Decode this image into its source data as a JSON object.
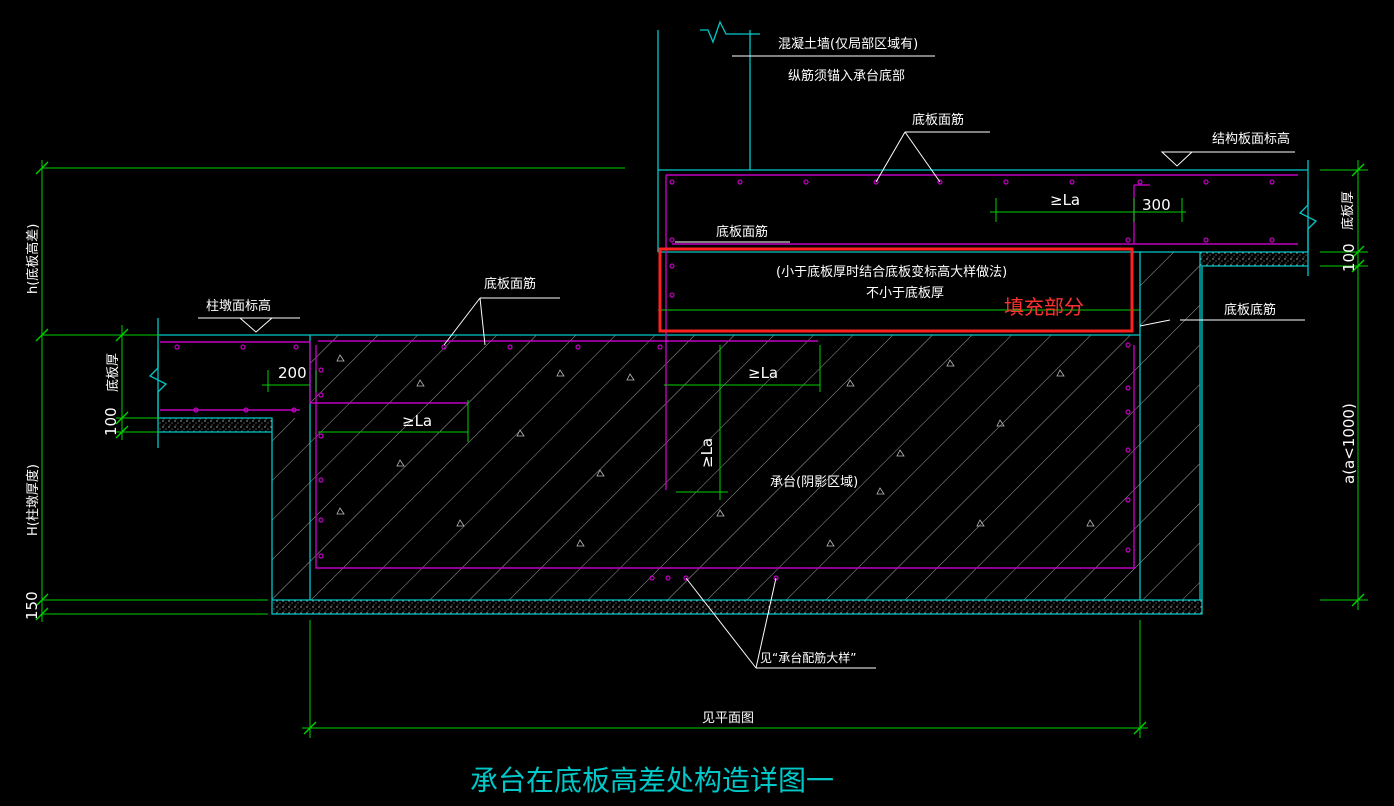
{
  "labels": {
    "concrete_wall": "混凝土墙(仅局部区域有)",
    "rebar_anchor": "纵筋须锚入承台底部",
    "slab_top_rebar_1": "底板面筋",
    "structure_slab_top": "结构板面标高",
    "la_1": "≥La",
    "dim_300": "300",
    "slab_thick_right": "底板厚",
    "slab_top_rebar_2": "底板面筋",
    "note_line1": "(小于底板厚时结合底板变标高大样做法)",
    "note_line2": "不小于底板厚",
    "fill_part": "填充部分",
    "slab_top_rebar_3": "底板面筋",
    "slab_bottom_rebar": "底板底筋",
    "pile_cap_top": "柱墩面标高",
    "dim_200": "200",
    "la_2": "≥La",
    "la_3": "≥La",
    "la_vertical": "≥La",
    "pile_cap_area": "承台(阴影区域)",
    "see_detail": "见“承台配筋大样”",
    "see_plan": "见平面图",
    "h_diff": "h(底板高差)",
    "slab_thick_left": "底板厚",
    "dim_100_left": "100",
    "H_label": "H(柱墩厚度)",
    "dim_150": "150",
    "dim_100_right": "100",
    "a_label": "a(a<1000)"
  },
  "title": "承台在底板高差处构造详图一",
  "colors": {
    "background": "#000000",
    "cyan": "#00c8c8",
    "green": "#00d000",
    "magenta": "#c000c0",
    "white": "#ffffff",
    "red_box": "#ff2020",
    "title": "#00c8c8"
  }
}
